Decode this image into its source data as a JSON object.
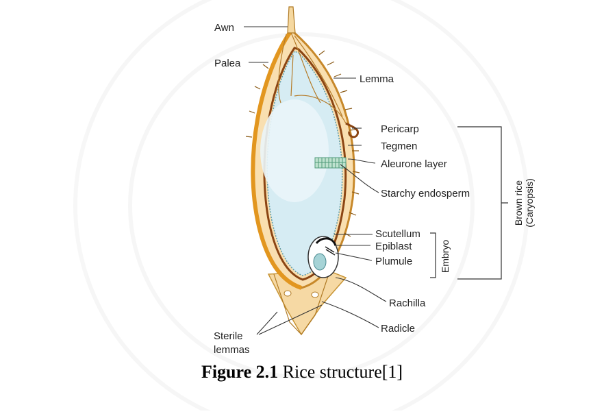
{
  "labels": {
    "awn": "Awn",
    "palea": "Palea",
    "lemma": "Lemma",
    "pericarp": "Pericarp",
    "tegmen": "Tegmen",
    "aleurone": "Aleurone layer",
    "starchy": "Starchy endosperm",
    "scutellum": "Scutellum",
    "epiblast": "Epiblast",
    "plumule": "Plumule",
    "embryo": "Embryo",
    "brown_rice": "Brown rice",
    "caryopsis": "(Caryopsis)",
    "rachilla": "Rachilla",
    "radicle": "Radicle",
    "sterile_1": "Sterile",
    "sterile_2": "lemmas"
  },
  "caption": {
    "prefix": "Figure 2.1",
    "text": " Rice structure[1]"
  }
}
